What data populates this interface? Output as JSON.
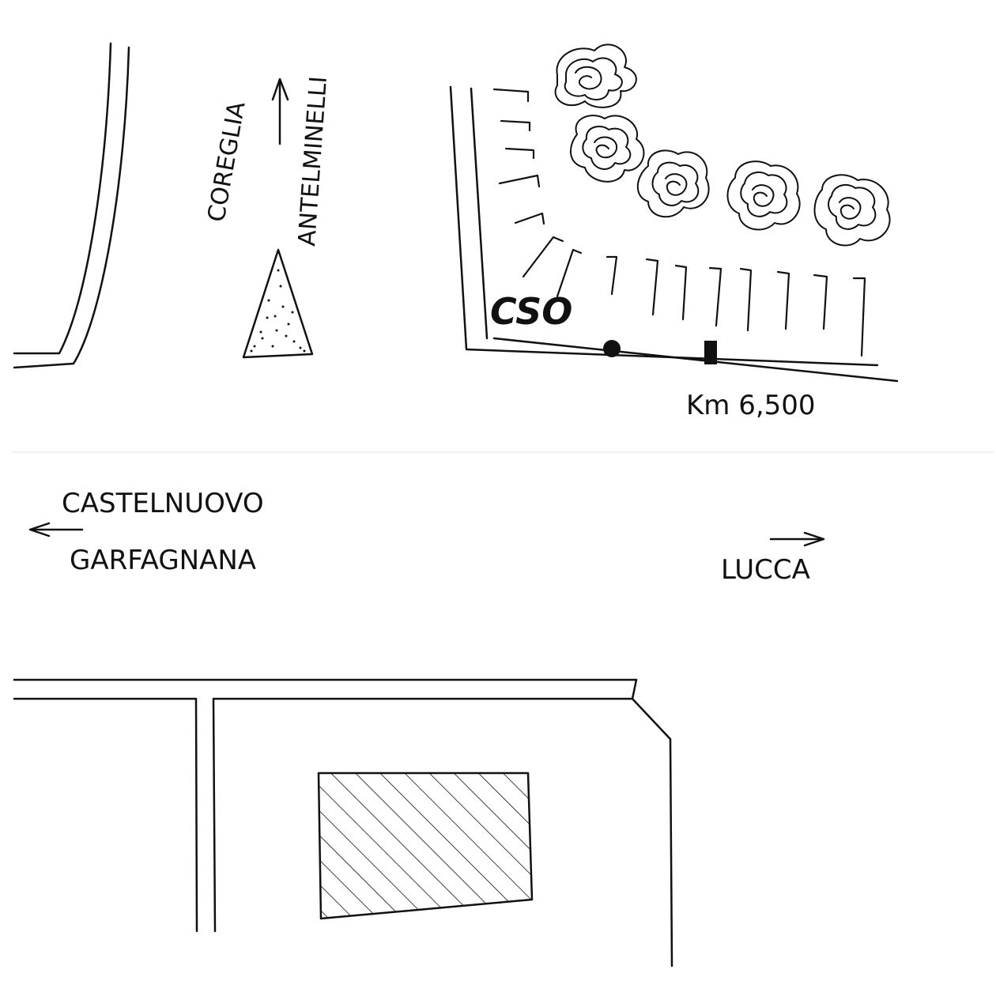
{
  "labels": {
    "coreglia": "COREGLIA",
    "antelminelli": "ANTELMINELLI",
    "cso": "CSO",
    "km_marker": "Km 6,500",
    "castelnuovo": "CASTELNUOVO",
    "garfagnana": "GARFAGNANA",
    "lucca": "LUCCA"
  },
  "colors": {
    "ink": "#111111",
    "paper": "#ffffff"
  }
}
